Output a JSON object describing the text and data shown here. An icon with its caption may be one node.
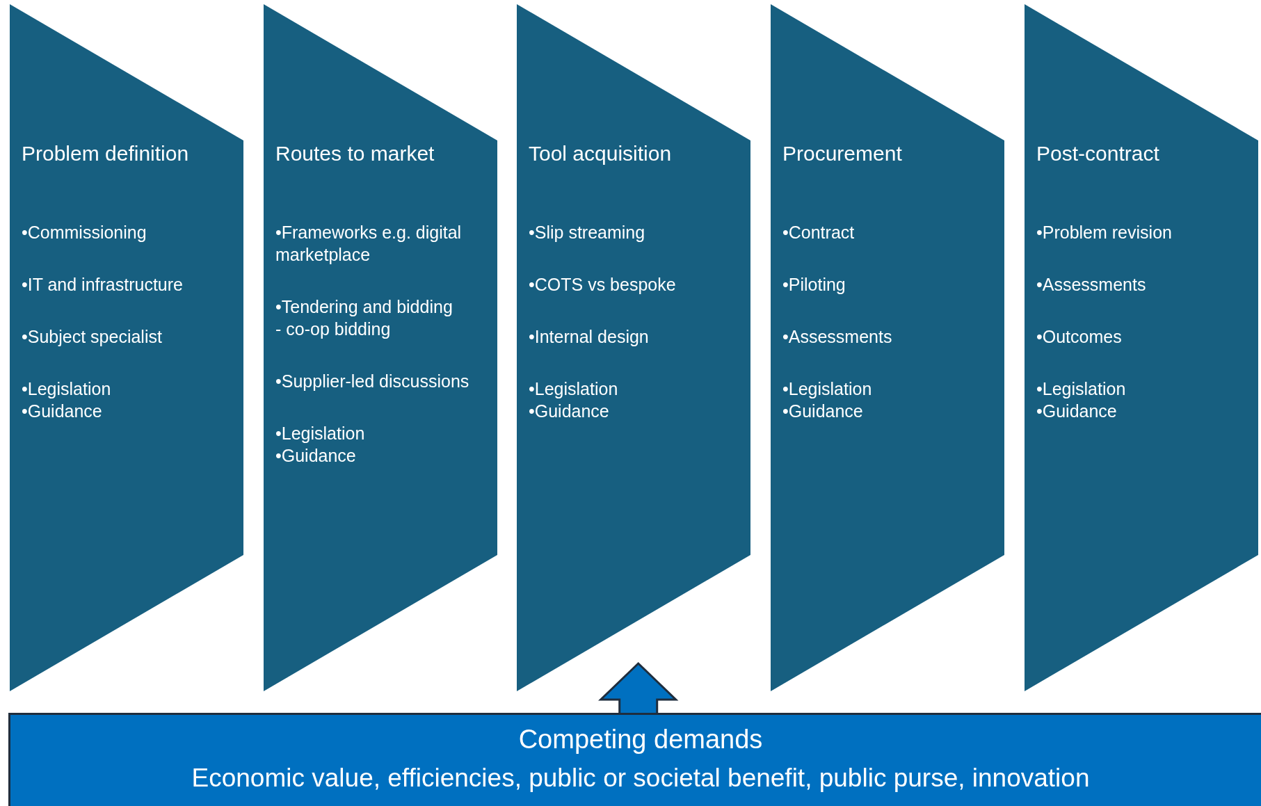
{
  "diagram": {
    "nodes": [
      {
        "text": [
          "Problem definition",
          "•Commissioning",
          "•IT and infrastructure",
          "•Subject specialist",
          "•Legislation",
          "•Guidance"
        ]
      },
      {
        "text": [
          "Routes to market",
          "•Frameworks e.g. digital marketplace",
          "•Tendering and bidding",
          "- co-op bidding",
          "•Supplier-led discussions",
          "•Legislation",
          "•Guidance"
        ]
      },
      {
        "text": [
          "Tool acquisition",
          "•Slip streaming",
          "•COTS vs bespoke",
          "•Internal design",
          "•Legislation",
          "•Guidance"
        ]
      },
      {
        "text": [
          "Procurement",
          "•Contract",
          "•Piloting",
          "•Assessments",
          "•Legislation",
          "•Guidance"
        ]
      },
      {
        "text": [
          "Post-contract",
          "•Problem revision",
          "•Assessments",
          "•Outcomes",
          "•Legislation",
          "•Guidance"
        ]
      },
      {
        "text": [
          "Competing demands",
          "Economic value, efficiencies, public or societal benefit, public purse, innovation"
        ]
      }
    ],
    "edges": [
      {
        "from": 5,
        "to": 2,
        "arrow": "to"
      }
    ]
  }
}
